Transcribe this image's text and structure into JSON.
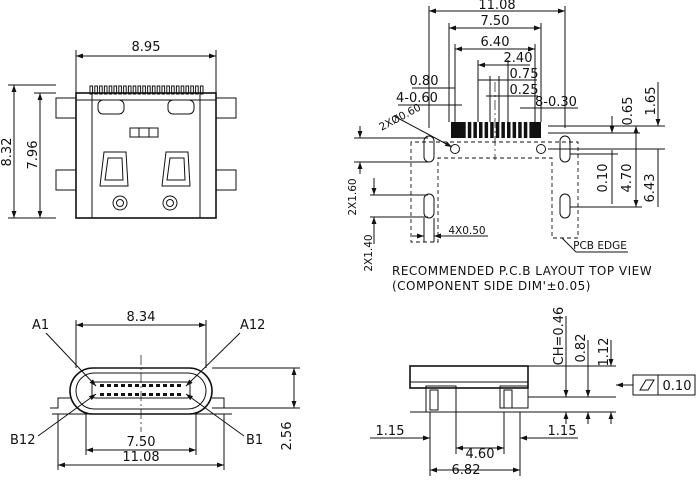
{
  "top_view": {
    "width_label": "8.95",
    "height_outer_label": "8.32",
    "height_inner_label": "7.96"
  },
  "pcb_layout": {
    "dims": {
      "total_width": "11.08",
      "w_750": "7.50",
      "w_640": "6.40",
      "w_240": "2.40",
      "w_075": "0.75",
      "w_025": "0.25",
      "pitch": "0.80",
      "left_pads": "4-0.60",
      "right_pads": "8-0.30",
      "hole_dia": "2XØ0.60",
      "h_065": "0.65",
      "h_165": "1.65",
      "h_010": "0.10",
      "h_470": "4.70",
      "h_643": "6.43",
      "slot_160": "2X1.60",
      "slot_140": "2X1.40",
      "slot_050": "4X0.50"
    },
    "pcb_edge_label": "PCB EDGE",
    "caption_line1": "RECOMMENDED P.C.B LAYOUT TOP VIEW",
    "caption_line2": "(COMPONENT SIDE DIM'±0.05)"
  },
  "front_view": {
    "label_a1": "A1",
    "label_a12": "A12",
    "label_b12": "B12",
    "label_b1": "B1",
    "width_top": "8.34",
    "width_mid": "7.50",
    "width_bottom": "11.08",
    "height_right": "2.56"
  },
  "side_view": {
    "chamfer": "CH=0.46",
    "h_082": "0.82",
    "h_112": "1.12",
    "flatness": "0.10",
    "left_115": "1.15",
    "right_115": "1.15",
    "w_460": "4.60",
    "w_682": "6.82"
  }
}
